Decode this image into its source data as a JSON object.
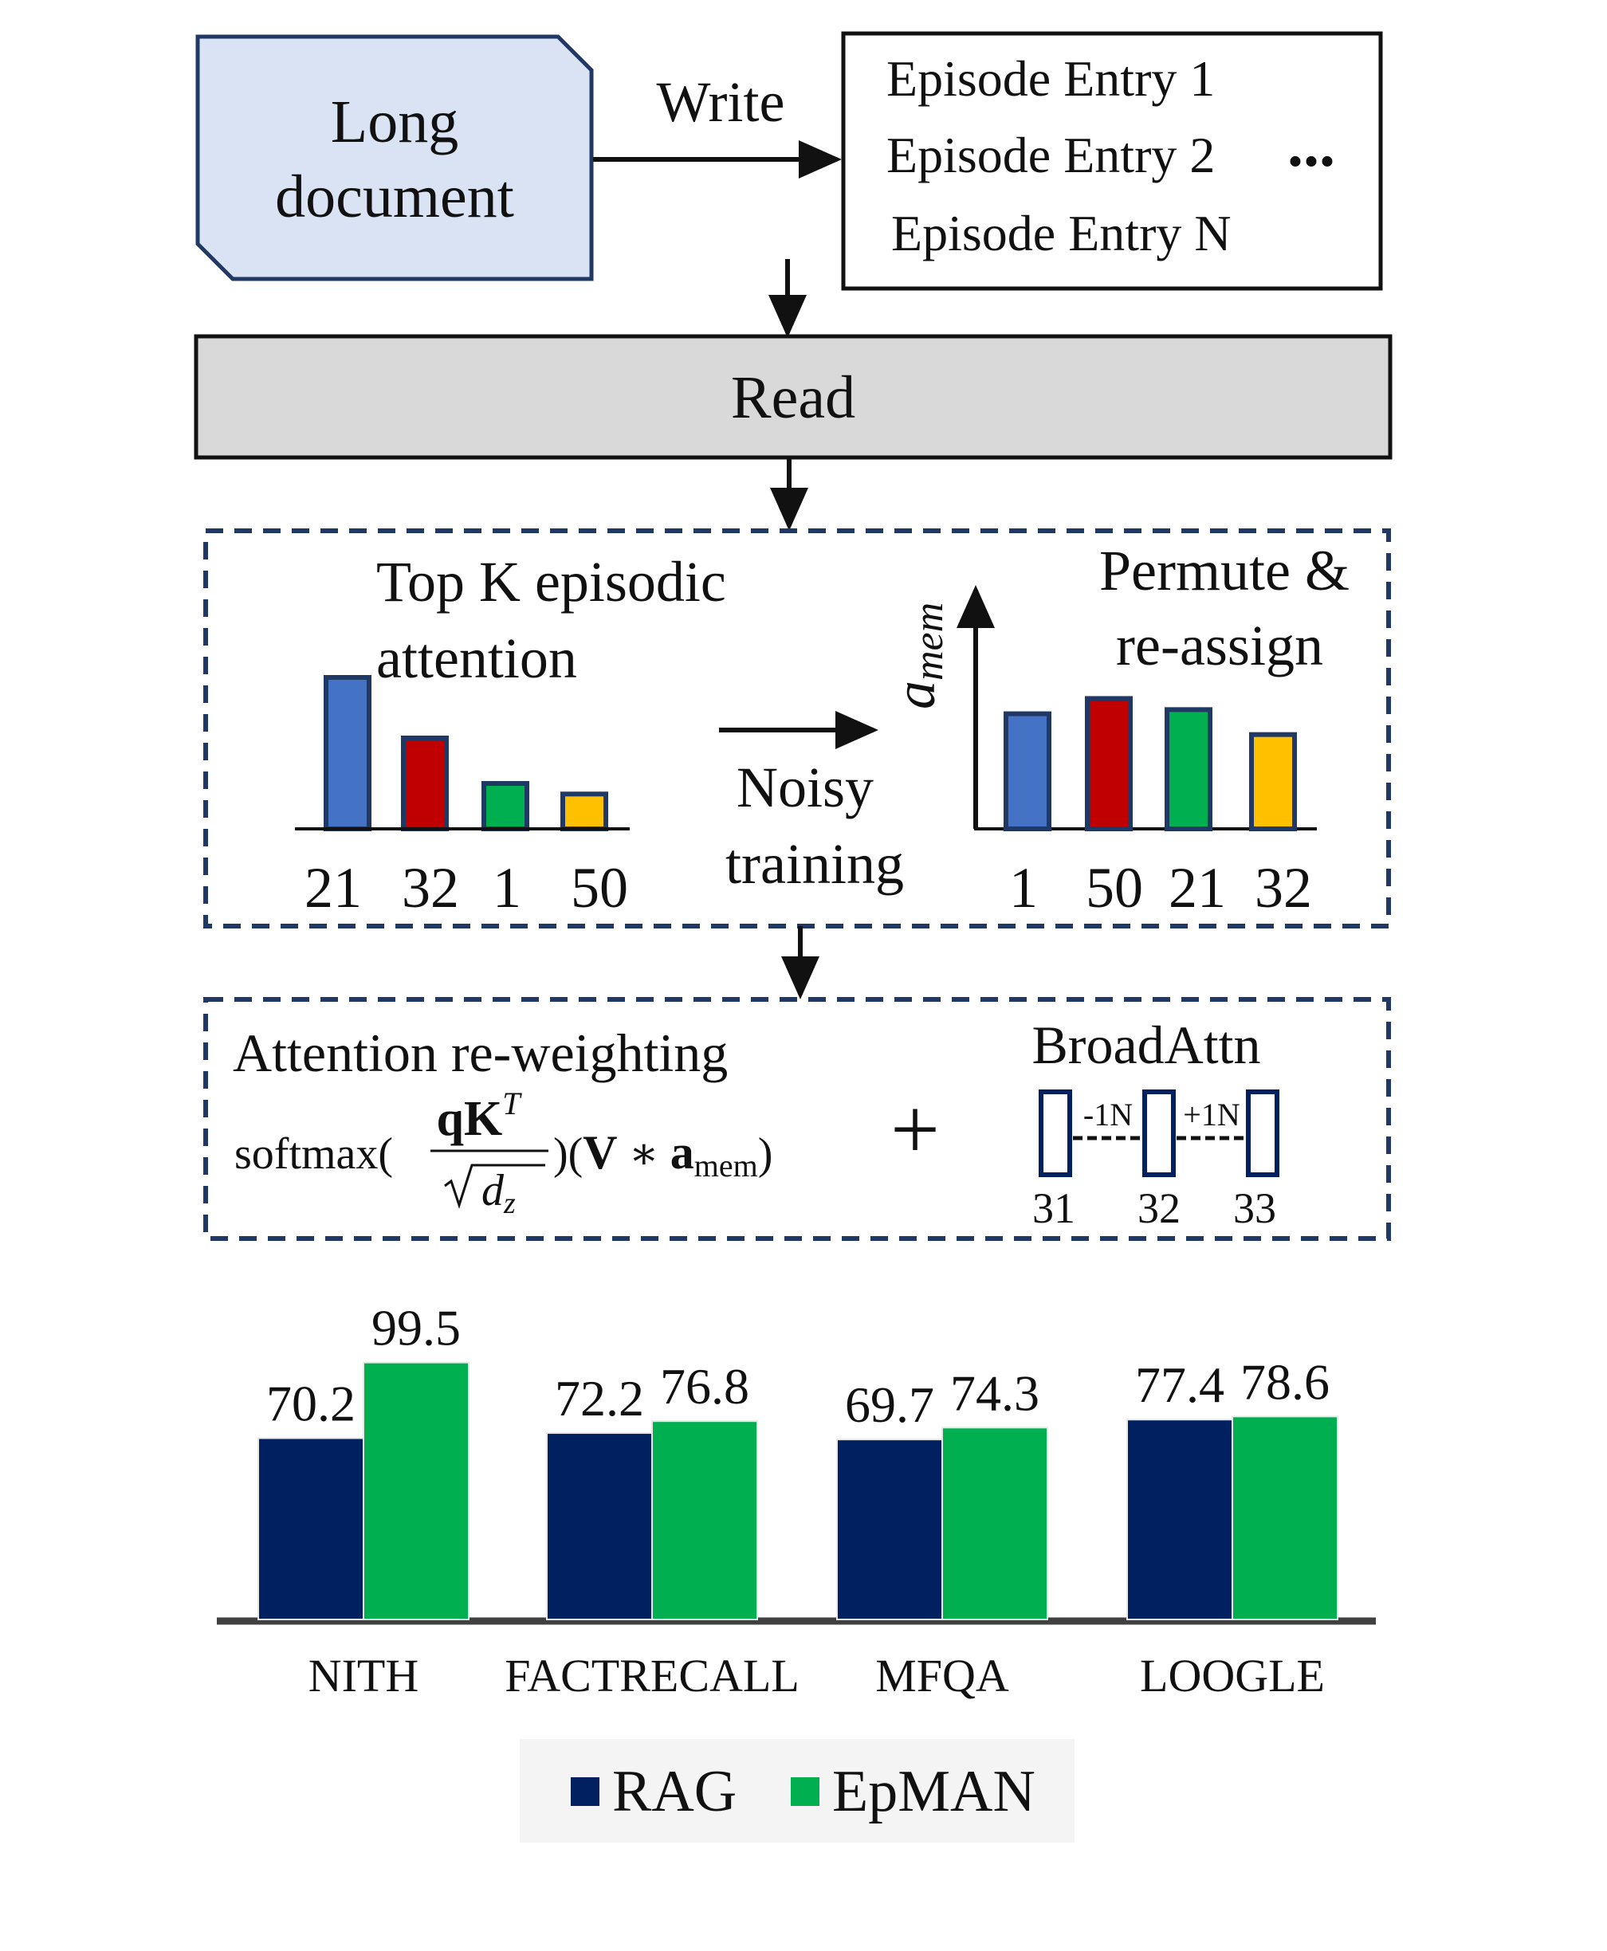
{
  "colors": {
    "blue": "#4472c4",
    "red": "#c00000",
    "green": "#00b050",
    "yellow": "#ffc000",
    "navy": "#002060",
    "rag": "#002060",
    "epman": "#00b050",
    "doc_fill": "#dae3f3",
    "doc_border": "#203864",
    "read_fill": "#d9d9d9",
    "dash_border": "#203864"
  },
  "flow": {
    "doc_label_line1": "Long",
    "doc_label_line2": "document",
    "write_label": "Write",
    "episodes": [
      "Episode Entry 1",
      "Episode Entry 2",
      "Episode Entry N"
    ],
    "ellipsis": "...",
    "read_label": "Read"
  },
  "noisy": {
    "left_title_line1": "Top K episodic",
    "left_title_line2": "attention",
    "left_bars": [
      {
        "label": "21",
        "value": 1.0,
        "color": "blue"
      },
      {
        "label": "32",
        "value": 0.6,
        "color": "red"
      },
      {
        "label": "1",
        "value": 0.3,
        "color": "green"
      },
      {
        "label": "50",
        "value": 0.23,
        "color": "yellow"
      }
    ],
    "arrow_label_line1": "Noisy",
    "arrow_label_line2": "training",
    "axis_label": "a",
    "axis_label_sub": "mem",
    "right_title_line1": "Permute &",
    "right_title_line2": "re-assign",
    "right_bars": [
      {
        "label": "1",
        "value": 0.83,
        "color": "blue"
      },
      {
        "label": "50",
        "value": 0.94,
        "color": "red"
      },
      {
        "label": "21",
        "value": 0.86,
        "color": "green"
      },
      {
        "label": "32",
        "value": 0.68,
        "color": "yellow"
      }
    ]
  },
  "reweight": {
    "title": "Attention re-weighting",
    "formula_fn": "softmax(",
    "formula_num_q": "q",
    "formula_num_k": "K",
    "formula_num_sup": "T",
    "formula_den": "d",
    "formula_den_sub": "z",
    "formula_mid": ")(",
    "formula_v": "V",
    "formula_star": "∗",
    "formula_a": "a",
    "formula_a_sub": "mem",
    "formula_close": ")",
    "plus": "+",
    "broad_title": "BroadAttn",
    "broad_links": [
      "-1N",
      "+1N"
    ],
    "broad_labels": [
      "31",
      "32",
      "33"
    ]
  },
  "chart_data": {
    "type": "bar",
    "categories": [
      "NITH",
      "FACTRECALL",
      "MFQA",
      "LOOGLE"
    ],
    "series": [
      {
        "name": "RAG",
        "values": [
          70.2,
          72.2,
          69.7,
          77.4
        ]
      },
      {
        "name": "EpMAN",
        "values": [
          99.5,
          76.8,
          74.3,
          78.6
        ]
      }
    ],
    "value_labels": [
      [
        "70.2",
        "72.2",
        "69.7",
        "77.4"
      ],
      [
        "99.5",
        "76.8",
        "74.3",
        "78.6"
      ]
    ],
    "colors": [
      "#002060",
      "#00b050"
    ],
    "legend_placement": "bottom",
    "grid": false,
    "ylim": [
      0,
      100
    ]
  }
}
